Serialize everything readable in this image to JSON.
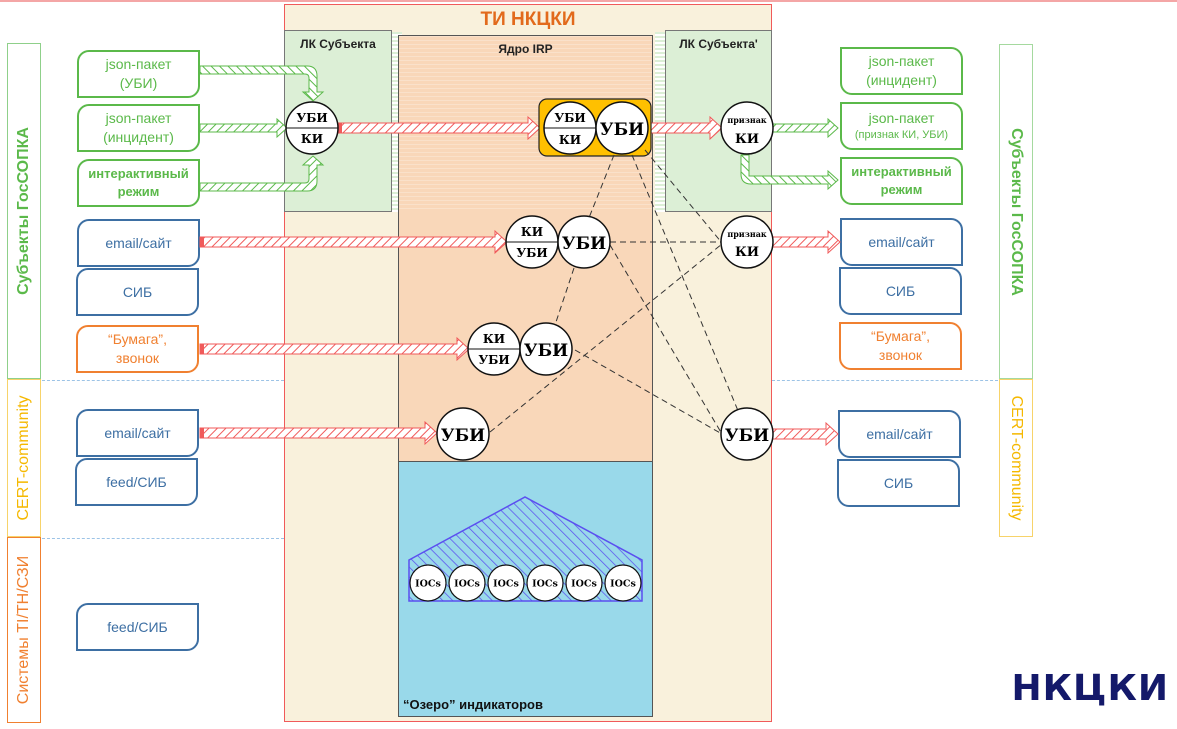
{
  "title": "ТИ НКЦКИ",
  "logo": "НКЦКИ",
  "panels": {
    "lk_left": "ЛК Субъекта",
    "lk_right": "ЛК Субъекта'",
    "irp": "Ядро IRP",
    "lake": "“Озеро” индикаторов"
  },
  "side_labels": {
    "left": [
      "Субъекты ГосСОПКА",
      "CERT-community",
      "Системы TI/TH/СЗИ"
    ],
    "right": [
      "Субъекты ГосСОПКА",
      "CERT-community"
    ]
  },
  "left_boxes": [
    {
      "lines": [
        "json-пакет",
        "(УБИ)"
      ]
    },
    {
      "lines": [
        "json-пакет",
        "(инцидент)"
      ]
    },
    {
      "lines": [
        "интерактивный",
        "режим"
      ]
    },
    {
      "lines": [
        "email/сайт"
      ]
    },
    {
      "lines": [
        "СИБ"
      ]
    },
    {
      "lines": [
        "“Бумага”,",
        "звонок"
      ]
    },
    {
      "lines": [
        "email/сайт"
      ]
    },
    {
      "lines": [
        "feed/СИБ"
      ]
    },
    {
      "lines": [
        "feed/СИБ"
      ]
    }
  ],
  "right_boxes": [
    {
      "lines": [
        "json-пакет",
        "(инцидент)"
      ]
    },
    {
      "lines": [
        "json-пакет",
        "(признак КИ, УБИ)"
      ]
    },
    {
      "lines": [
        "интерактивный",
        "режим"
      ]
    },
    {
      "lines": [
        "email/сайт"
      ]
    },
    {
      "lines": [
        "СИБ"
      ]
    },
    {
      "lines": [
        "“Бумага”,",
        "звонок"
      ]
    },
    {
      "lines": [
        "email/сайт"
      ]
    },
    {
      "lines": [
        "СИБ"
      ]
    }
  ],
  "nodes": {
    "lk_in": {
      "top": "УБИ",
      "bottom": "КИ"
    },
    "core_split": {
      "top": "УБИ",
      "bottom": "КИ"
    },
    "core_ubi": "УБИ",
    "email_split": {
      "top": "КИ",
      "bottom": "УБИ"
    },
    "email_ubi": "УБИ",
    "paper_split": {
      "top": "КИ",
      "bottom": "УБИ"
    },
    "paper_ubi": "УБИ",
    "cert_ubi": "УБИ",
    "lk_out": {
      "top": "признак",
      "bottom": "КИ"
    },
    "out_priznak": {
      "top": "признак",
      "bottom": "КИ"
    },
    "out_ubi": "УБИ"
  },
  "iocs": [
    "IOCs",
    "IOCs",
    "IOCs",
    "IOCs",
    "IOCs",
    "IOCs"
  ],
  "colors": {
    "green": "#5bb94a",
    "blue": "#3d6fa3",
    "orange": "#f08030",
    "yellow": "#f5c518",
    "red_arrow": "#f05a5a",
    "core_highlight": "#ffc000",
    "lake": "#99d9ea",
    "logo": "#14196a"
  }
}
